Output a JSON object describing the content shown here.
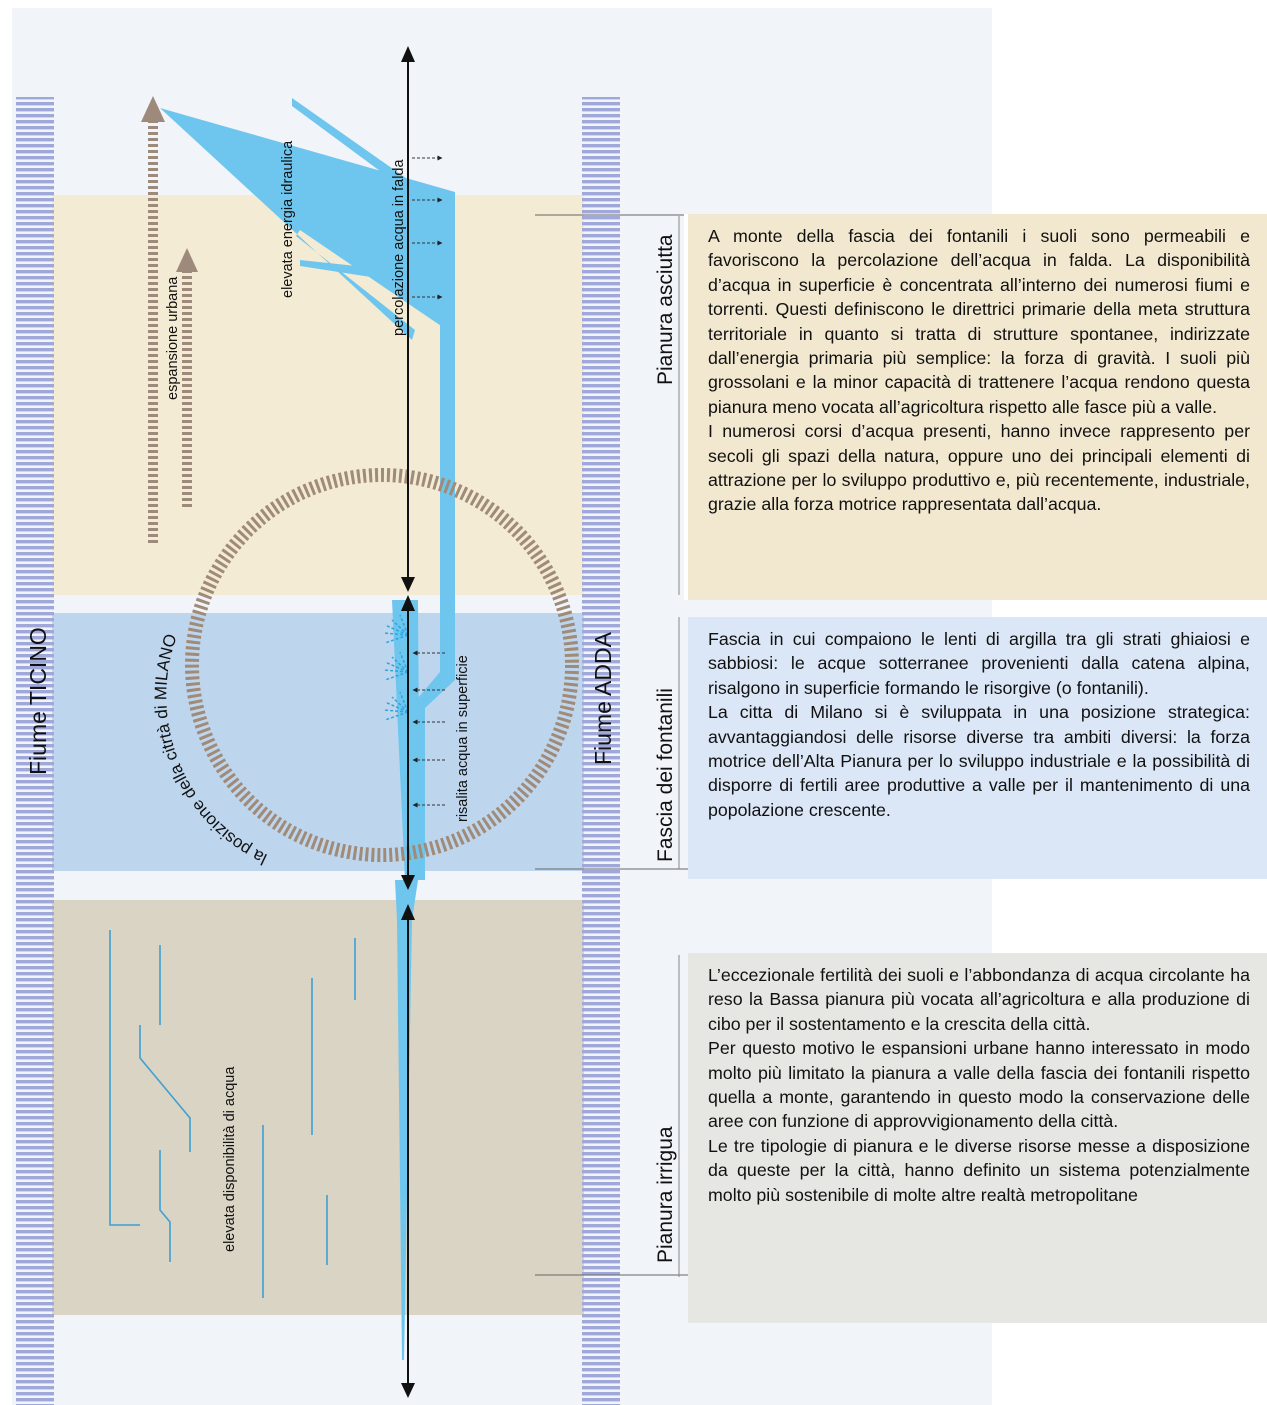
{
  "rivers": {
    "left": "Fiume TICINO",
    "right": "Fiume ADDA"
  },
  "zones": {
    "upper": "Pianura asciutta",
    "middle": "Fascia dei fontanili",
    "lower": "Pianura irrigua"
  },
  "annotations": {
    "energy": "elevata energia idraulica",
    "percolation": "percolazione acqua in falda",
    "urban": "espansione urbana",
    "rise": "risalita acqua in superficie",
    "city": "la posizione della citrtà di MILANO",
    "availability": "elevata disponibilità di acqua"
  },
  "texts": {
    "asciutta": [
      "A monte della fascia dei fontanili i suoli sono permeabili e favoriscono la percolazione dell’acqua in falda. La disponibilità d’acqua in superficie è concentrata all’interno dei numerosi fiumi e torrenti. Questi definiscono le direttrici primarie della meta struttura territoriale in quanto si tratta di strutture spontanee, indirizzate dall’energia primaria più semplice: la forza di gravità. I suoli più grossolani e la minor capacità di trattenere l’acqua rendono questa pianura meno vocata all’agricoltura rispetto alle fasce più a valle.",
      "I numerosi corsi d’acqua presenti, hanno invece rappresento per secoli gli spazi della natura, oppure uno dei principali elementi di attrazione per lo sviluppo produttivo e, più recentemente, industriale, grazie alla forza motrice rappresentata dall’acqua."
    ],
    "fontanili": [
      "Fascia in cui compaiono le lenti di argilla tra gli strati ghiaiosi e sabbiosi: le acque sotterranee provenienti dalla catena alpina, risalgono in superficie formando le risorgive (o fontanili).",
      "La citta di Milano si è sviluppata in una posizione strategica: avvantaggiandosi delle risorse diverse tra ambiti diversi: la forza motrice dell’Alta Pianura per lo sviluppo industriale e la possibilità di disporre di fertili aree produttive a valle per il mantenimento di una popolazione crescente."
    ],
    "irrigua": [
      "L’eccezionale fertilità dei suoli e l’abbondanza di acqua circolante ha  reso la Bassa pianura più vocata all’agricoltura e  alla produzione di cibo per il sostentamento e la crescita della città.",
      "Per questo motivo le espansioni urbane hanno interessato in modo molto più limitato la pianura a valle della fascia dei fontanili rispetto quella a monte, garantendo in questo modo la conservazione delle aree con funzione di approvvigionamento della città.",
      "Le tre tipologie di pianura e le diverse risorse messe a disposizione da queste per la città, hanno definito un sistema potenzialmente molto più sostenibile di molte altre realtà metropolitane"
    ]
  },
  "colors": {
    "upper_zone": "#f3ebd3",
    "middle_zone": "#bdd6ee",
    "lower_zone": "#d9d4c4",
    "river_stripes": "#9fa8d8",
    "water": "#6ec6ee",
    "circle_hatch": "#a08a78",
    "arrow": "#9e8a7a",
    "panel_upper": "#f2e8cf",
    "panel_middle": "#dbe6f6",
    "panel_lower": "#e6e6e2"
  }
}
